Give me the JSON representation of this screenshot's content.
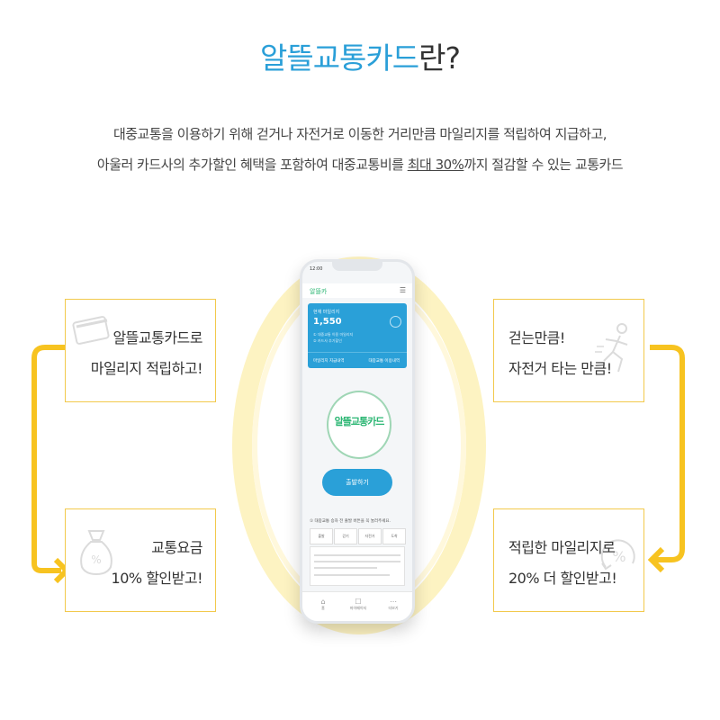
{
  "title": {
    "highlight": "알뜰교통카드",
    "rest": "란?"
  },
  "description": {
    "line1": "대중교통을 이용하기 위해 걷거나 자전거로 이동한 거리만큼 마일리지를 적립하여 지급하고,",
    "line2_pre": "아울러 카드사의 추가할인 혜택을 포함하여 대중교통비를 ",
    "line2_emph": "최대 30%",
    "line2_post": "까지 절감할 수 있는 교통카드"
  },
  "cards": {
    "top_left": {
      "line1": "알뜰교통카드로",
      "line2": "마일리지 적립하고!",
      "icon": "credit-card-icon"
    },
    "bottom_left": {
      "line1": "교통요금",
      "line2": "10% 할인받고!",
      "icon": "money-bag-icon"
    },
    "top_right": {
      "line1": "걷는만큼!",
      "line2": "자전거 타는 만큼!",
      "icon": "running-person-icon"
    },
    "bottom_right": {
      "line1": "적립한 마일리지로",
      "line2": "20% 더 할인받고!",
      "icon": "percent-discount-icon"
    }
  },
  "phone": {
    "status_time": "12:00",
    "logo": "알뜰카",
    "mileage_label": "현재 마일리지",
    "mileage_value": "1,550",
    "info1": "① 대중교통 이용 마일리지",
    "info2": "② 카드사 추가할인",
    "btn_left": "마일리지 지급내역",
    "btn_right": "대중교통 이용내역",
    "badge_text": "알뜰교통카드",
    "start_button": "출발하기",
    "notice": "① 대중교통 승차 전 출발 버튼을 꼭 눌러주세요.",
    "tabs": [
      "출발",
      "걷기",
      "자전거",
      "도착"
    ],
    "nav": [
      "홈",
      "마이페이지",
      "더보기"
    ]
  },
  "colors": {
    "accent_blue": "#2a9fd8",
    "accent_yellow": "#f7c320",
    "accent_green": "#2bb673"
  }
}
